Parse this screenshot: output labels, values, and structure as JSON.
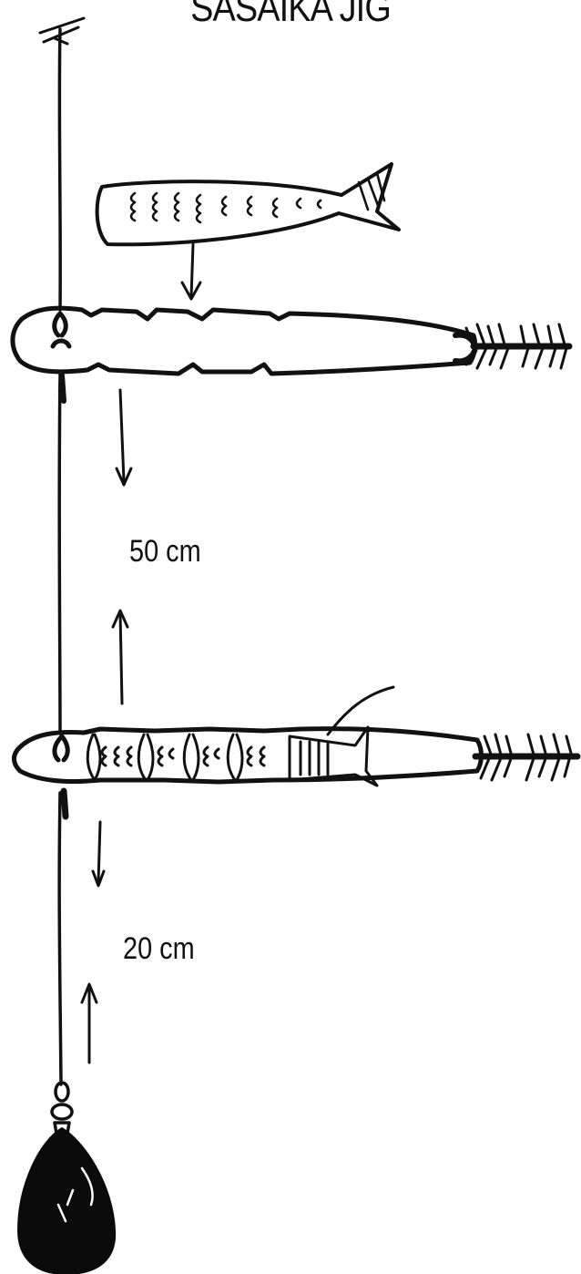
{
  "title": "SASAIKA JIG",
  "labels": {
    "upper_spacing": "50 cm",
    "lower_spacing": "20 cm"
  },
  "colors": {
    "ink": "#111111",
    "background": "#ffffff",
    "sinker": "#0b0b0b"
  },
  "icons": {
    "bait_fish": "fish-bait-icon",
    "jig": "squid-jig-icon",
    "sinker": "sinker-icon",
    "swivel": "swivel-icon"
  }
}
